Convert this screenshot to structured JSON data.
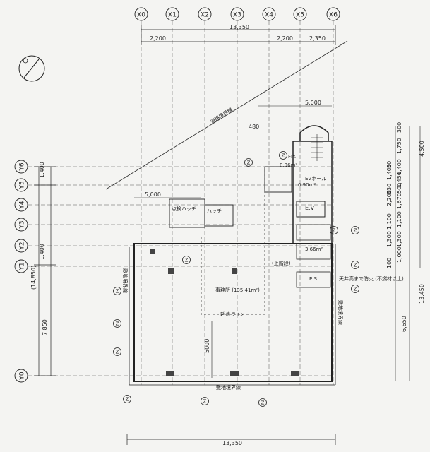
{
  "grid": {
    "x_labels": [
      "X0",
      "X1",
      "X2",
      "X3",
      "X4",
      "X5",
      "X6"
    ],
    "y_labels": [
      "Y6",
      "Y5",
      "Y4",
      "Y3",
      "Y2",
      "Y1",
      "Y0"
    ]
  },
  "dimensions": {
    "total_top": "13,350",
    "total_bottom": "13,350",
    "top_spans": [
      "2,200",
      "2,200",
      "2,350"
    ],
    "mid_5000_a": "5,000",
    "mid_5000_b": "5,000",
    "small_480": "480",
    "left_spans": [
      "1,400",
      "1,400"
    ],
    "left_total": "(14,850)",
    "left_7850": "7,850",
    "vertical_5000": "5000",
    "right_col_a": [
      "300",
      "1,750",
      "1,400",
      "1,450",
      "500",
      "1,670",
      "1,100",
      "1,300",
      "1,000"
    ],
    "right_col_b": [
      "50",
      "1,400",
      "330",
      "2,200",
      "1,100",
      "1,300",
      "100"
    ],
    "right_total_a": "4,500",
    "right_total_b": "13,450",
    "right_6650": "6,650"
  },
  "labels": {
    "road_line": "道路境界線",
    "site_boundary_bottom": "敷地境界線",
    "site_boundary_left": "敷地境界線",
    "site_boundary_right": "敷地境界線",
    "main_room": "事務所 (135.41m²)",
    "fix": "FIX",
    "fix_area": "0.96m²",
    "ev_hall": "EVホール",
    "ev_hall_area": "0.90m²",
    "ev": "E.V",
    "area_bottom_stair": "3.66m²",
    "upper_floor": "(上階段)",
    "ps": "P S",
    "upper_note": "天井高まで防火 (不燃材以上)",
    "hatch_a": "点検ハッチ",
    "hatch_b": "ハッチ",
    "z_marker": "Z",
    "dim_label_bottom": "延 焼 ライン"
  },
  "colors": {
    "line": "#222222",
    "light_line": "#555555",
    "paper": "#f4f4f2"
  }
}
